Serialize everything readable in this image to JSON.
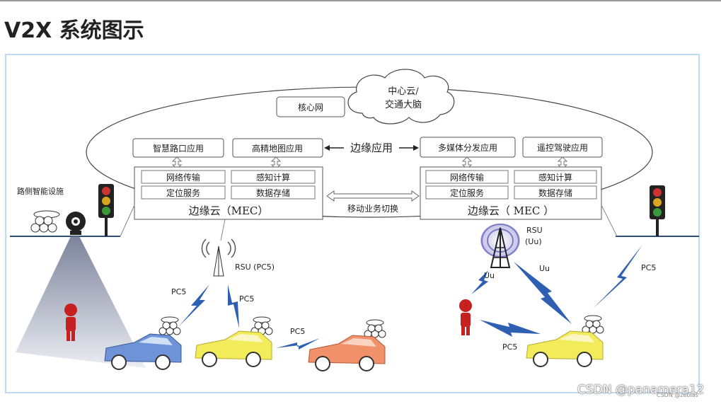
{
  "page": {
    "title": "V2X 系统图示",
    "watermark": "CSDN @panamera12",
    "watermark_small": "CSDN @zebias"
  },
  "diagram": {
    "cloud_center": "中心云/",
    "cloud_center_2": "交通大脑",
    "core_network": "核心网",
    "edge_apps_label": "边缘应用",
    "apps": [
      "智慧路口应用",
      "高精地图应用",
      "多媒体分发应用",
      "遥控驾驶应用"
    ],
    "mec_left": {
      "cells": [
        "网络传输",
        "感知计算",
        "定位服务",
        "数据存储"
      ],
      "label": "边缘云（MEC）"
    },
    "mec_right": {
      "cells": [
        "网络传输",
        "感知计算",
        "定位服务",
        "数据存储"
      ],
      "label": "边缘云（ MEC ）"
    },
    "handover": "移动业务切换",
    "roadside": "路侧智能设施",
    "rsu_left": "RSU (PC5)",
    "rsu_right_1": "RSU",
    "rsu_right_2": "(Uu)",
    "links": {
      "pc5_a": "PC5",
      "pc5_b": "PC5",
      "pc5_c": "PC5",
      "pc5_d": "PC5",
      "pc5_e": "PC5",
      "uu_a": "Uu",
      "uu_b": "Uu"
    },
    "colors": {
      "car_blue": "#6f93d8",
      "car_yellow": "#f3ec5a",
      "car_orange": "#f0916a",
      "bolt": "#2f5fb3",
      "person": "#c62020"
    }
  }
}
